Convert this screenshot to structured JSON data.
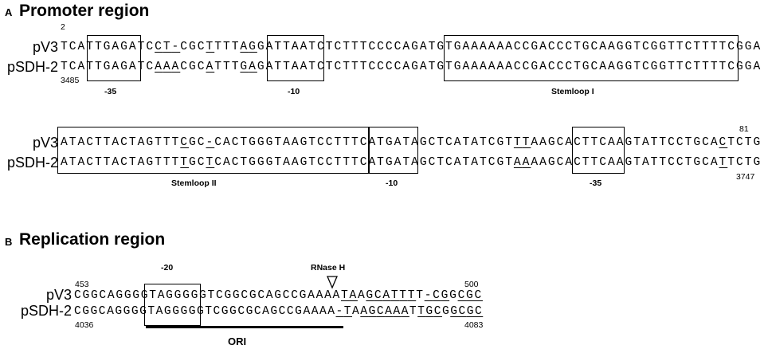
{
  "panel_a": {
    "label": "A",
    "title": "Promoter region",
    "block1": {
      "name_top": "pV3",
      "name_bottom": "pSDH-2",
      "seq_top": "TCATTGAGATCCT-CGCTTTTAGGATTAATCTCTTTCCCCAGATGTGAAAAAACCGACCCTGCAAGGTCGGTTCTTTTCGGA",
      "seq_bottom": "TCATTGAGATCAAACGCATTTGAGATTAATCTCTTTCCCCAGATGTGAAAAAACCGACCCTGCAAGGTCGGTTCTTTTCGGA",
      "start_top": "2",
      "start_bottom": "3485",
      "box_labels": [
        "-35",
        "-10",
        "Stemloop I"
      ]
    },
    "block2": {
      "name_top": "pV3",
      "name_bottom": "pSDH-2",
      "seq_top": "ATACTTACTAGTTTCGC-CACTGGGTAAGTCCTTTCATGATAGCTCATATCGTTTAAGCACTTCAAGTATTCCTGCACTCTG",
      "seq_bottom": "ATACTTACTAGTTTTGCTCACTGGGTAAGTCCTTTCATGATAGCTCATATCGTAAAAGCACTTCAAGTATTCCTGCATTCTG",
      "end_top": "81",
      "end_bottom": "3747",
      "box_labels": [
        "Stemloop II",
        "-10",
        "-35"
      ]
    }
  },
  "panel_b": {
    "label": "B",
    "title": "Replication region",
    "name_top": "pV3",
    "name_bottom": "pSDH-2",
    "seq_top": "CGGCAGGGGTAGGGGGTCGGCGCAGCCGAAAATAAGCATTTT-CGGCGC",
    "seq_bottom": "CGGCAGGGGTAGGGGGTCGGCGCAGCCGAAAA-TAAGCAAATTGCGGCGC",
    "start_top": "453",
    "end_top": "500",
    "start_bottom": "4036",
    "end_bottom": "4083",
    "box_label": "-20",
    "rnase_label": "RNase H",
    "ori_label": "ORI"
  }
}
